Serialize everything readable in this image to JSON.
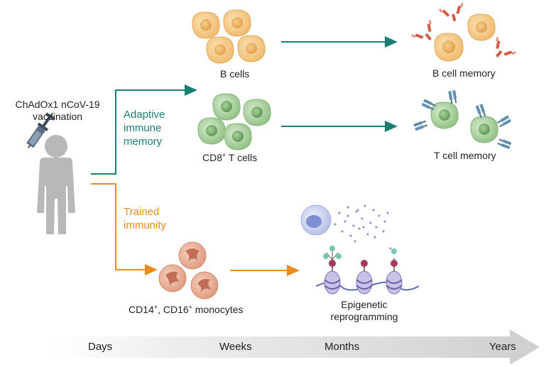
{
  "vaccine": {
    "line1": "ChAdOx1 nCoV-19",
    "line2": "vaccination"
  },
  "adaptive": {
    "line1": "Adaptive",
    "line2": "immune",
    "line3": "memory"
  },
  "trained": {
    "line1": "Trained",
    "line2": "immunity"
  },
  "b_cells": {
    "label": "B cells"
  },
  "b_memory": {
    "label": "B cell memory"
  },
  "t_cells": {
    "prefix": "CD8",
    "sup": "+",
    "suffix": " T cells"
  },
  "t_memory": {
    "label": "T cell memory"
  },
  "monocytes": {
    "p1": "CD14",
    "s1": "+",
    "p2": ", CD16",
    "s2": "+",
    "p3": " monocytes"
  },
  "epigenetic": {
    "line1": "Epigenetic",
    "line2": "reprogramming"
  },
  "timeline": {
    "labels": [
      "Days",
      "Weeks",
      "Months",
      "Years"
    ]
  },
  "colors": {
    "teal": "#1a7f73",
    "orange": "#ef8a1c",
    "b_cell": "#f2c27f",
    "t_cell": "#9cc98f",
    "monocyte": "#e6a58b",
    "antibody": "#d45a45",
    "tcr": "#5f8fb3",
    "person": "#b8b8b8"
  }
}
